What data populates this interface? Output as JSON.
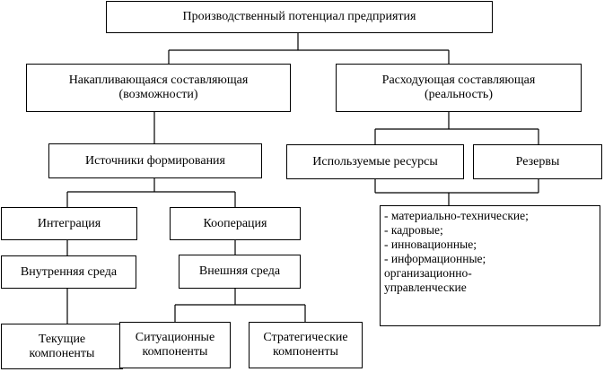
{
  "diagram": {
    "root": {
      "label": "Производственный потенциал предприятия"
    },
    "accumulating": {
      "line1": "Накапливающаяся составляющая",
      "line2": "(возможности)"
    },
    "spending": {
      "line1": "Расходующая составляющая",
      "line2": "(реальность)"
    },
    "sources": {
      "label": "Источники формирования"
    },
    "used_resources": {
      "label": "Используемые ресурсы"
    },
    "reserves": {
      "label": "Резервы"
    },
    "integration": {
      "label": "Интеграция"
    },
    "cooperation": {
      "label": "Кооперация"
    },
    "internal_env": {
      "label": "Внутренняя среда"
    },
    "external_env": {
      "label": "Внешняя среда"
    },
    "current": {
      "line1": "Текущие",
      "line2": "компоненты"
    },
    "situational": {
      "line1": "Ситуационные",
      "line2": "компоненты"
    },
    "strategic": {
      "line1": "Стратегические",
      "line2": "компоненты"
    },
    "resource_types": [
      "- материально-технические;",
      "- кадровые;",
      "- инновационные;",
      "- информационные;",
      "организационно-",
      "управленческие"
    ]
  }
}
